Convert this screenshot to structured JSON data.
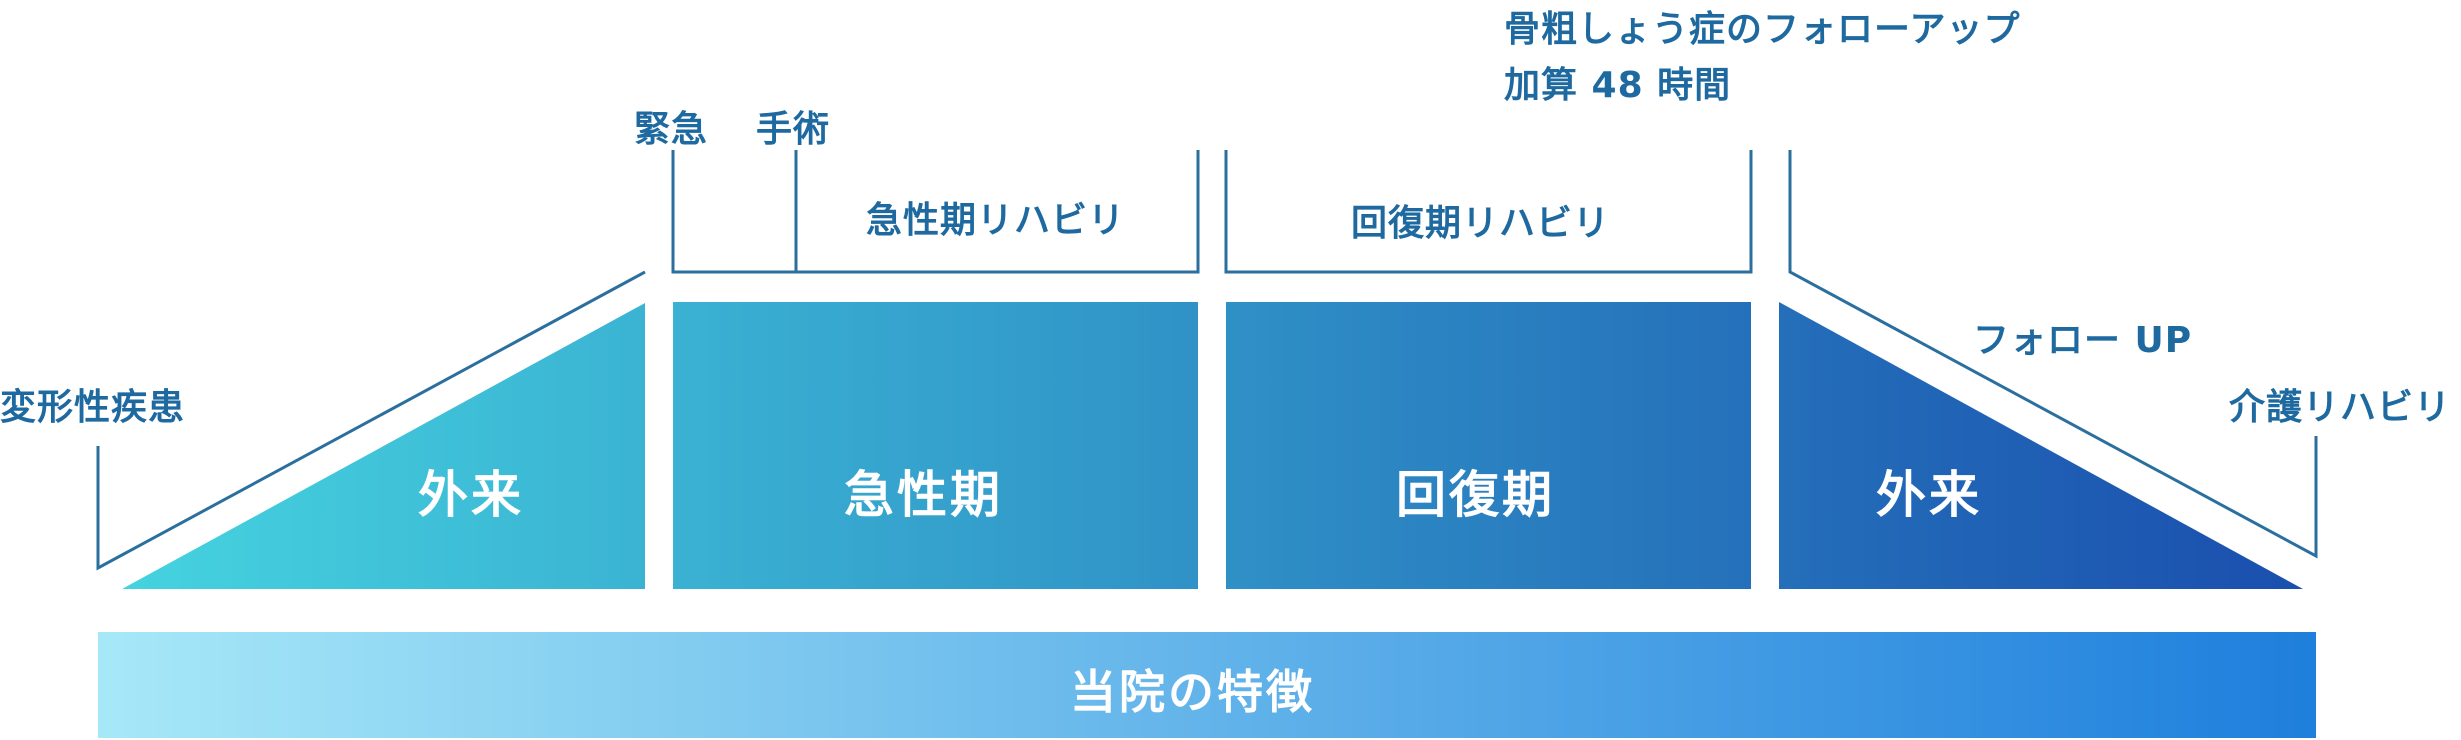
{
  "phases": {
    "outpatient_pre": "外来",
    "acute": "急性期",
    "recovery": "回復期",
    "outpatient_post": "外来"
  },
  "labels": {
    "degenerative": "変形性疾患",
    "emergency": "緊急",
    "surgery": "手術",
    "acute_rehab": "急性期リハビリ",
    "recovery_rehab": "回復期リハビリ",
    "osteo_line1": "骨粗しょう症のフォローアップ",
    "osteo_line2": "加算 48 時間",
    "follow_up": "フォロー UP",
    "care_rehab": "介護リハビリ"
  },
  "bottom_bar": {
    "label": "当院の特徴"
  },
  "colors": {
    "text_blue": "#1e6aa0",
    "line_blue": "#2a6f9e",
    "gradient_start": "#45d3df",
    "gradient_end": "#1a4fae",
    "bar_start": "#a7e8f8",
    "bar_end": "#1e7fdc"
  }
}
